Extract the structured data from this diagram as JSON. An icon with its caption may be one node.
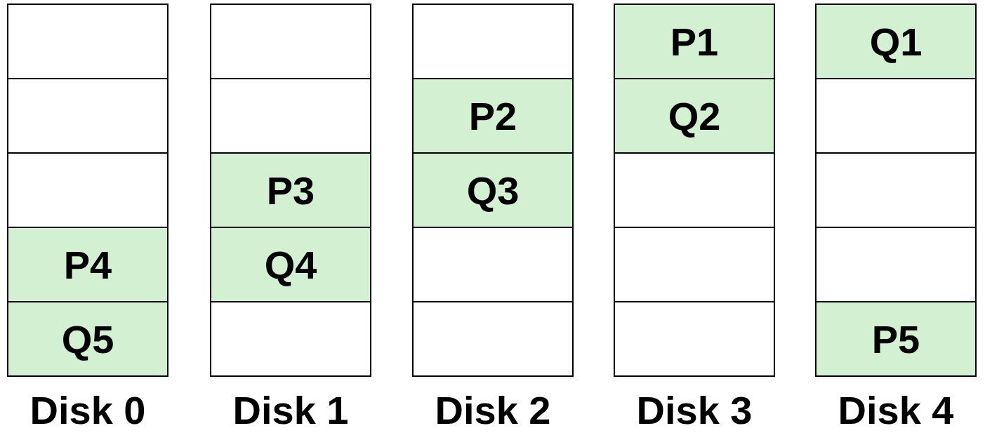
{
  "diagram": {
    "nodes": [
      {
        "text": [
          "Disk 0"
        ]
      },
      {
        "text": [],
        "shape": "box",
        "in": 0
      },
      {
        "text": [],
        "shape": "box",
        "in": 0
      },
      {
        "text": [],
        "shape": "box",
        "in": 0
      },
      {
        "text": [
          "P4"
        ],
        "in": 0
      },
      {
        "text": [
          "Q5"
        ],
        "in": 0
      },
      {
        "text": [
          "Disk 1"
        ]
      },
      {
        "text": [],
        "shape": "box",
        "in": 6
      },
      {
        "text": [],
        "shape": "box",
        "in": 6
      },
      {
        "text": [
          "P3"
        ],
        "in": 6
      },
      {
        "text": [
          "Q4"
        ],
        "in": 6
      },
      {
        "text": [],
        "shape": "box",
        "in": 6
      },
      {
        "text": [
          "Disk 2"
        ]
      },
      {
        "text": [],
        "shape": "box",
        "in": 12
      },
      {
        "text": [
          "P2"
        ],
        "in": 12
      },
      {
        "text": [
          "Q3"
        ],
        "in": 12
      },
      {
        "text": [],
        "shape": "box",
        "in": 12
      },
      {
        "text": [],
        "shape": "box",
        "in": 12
      },
      {
        "text": [
          "Disk 3"
        ]
      },
      {
        "text": [
          "P1"
        ],
        "in": 18
      },
      {
        "text": [
          "Q2"
        ],
        "in": 18
      },
      {
        "text": [],
        "shape": "box",
        "in": 18
      },
      {
        "text": [],
        "shape": "box",
        "in": 18
      },
      {
        "text": [],
        "shape": "box",
        "in": 18
      },
      {
        "text": [
          "Disk 4"
        ]
      },
      {
        "text": [
          "Q1"
        ],
        "in": 24
      },
      {
        "text": [],
        "shape": "box",
        "in": 24
      },
      {
        "text": [],
        "shape": "box",
        "in": 24
      },
      {
        "text": [],
        "shape": "box",
        "in": 24
      },
      {
        "text": [
          "P5"
        ],
        "in": 24
      }
    ],
    "edges": []
  }
}
